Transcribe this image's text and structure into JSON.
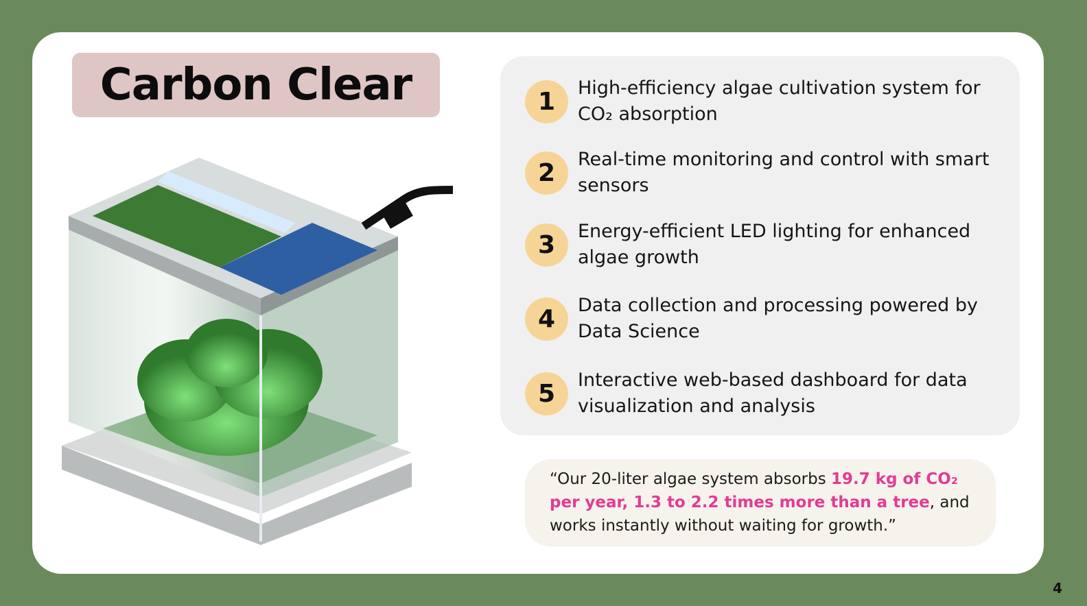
{
  "title": "Carbon Clear",
  "features": [
    {
      "num": "1",
      "text": " High-efficiency algae cultivation system for CO₂ absorption"
    },
    {
      "num": "2",
      "text": "Real-time monitoring and control with smart sensors"
    },
    {
      "num": "3",
      "text": "Energy-efficient LED lighting for enhanced algae growth"
    },
    {
      "num": "4",
      "text": "Data collection and processing powered by Data Science"
    },
    {
      "num": "5",
      "text": "Interactive web-based dashboard for data visualization and analysis"
    }
  ],
  "quote": {
    "prefix": "“Our 20-liter algae system absorbs ",
    "highlight": "19.7 kg of CO₂ per year, 1.3 to 2.2 times more than a tree",
    "suffix": ", and works instantly without waiting for growth.”"
  },
  "page_number": "4",
  "colors": {
    "background": "#6b8a5c",
    "title_box": "#ddc6c4",
    "number_badge": "#f6d496",
    "highlight": "#e13c93"
  }
}
